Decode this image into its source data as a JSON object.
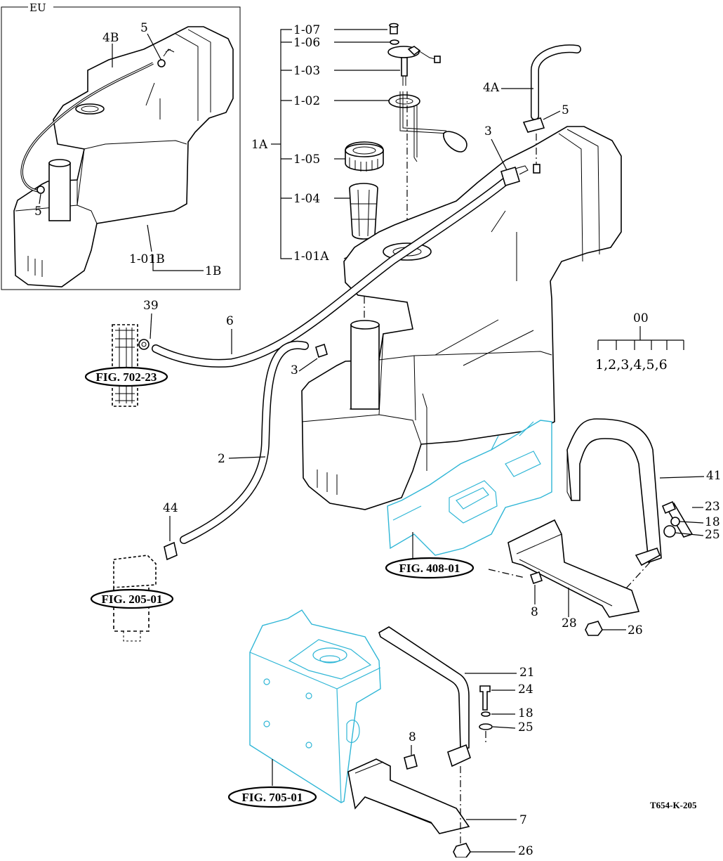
{
  "inset": {
    "region_label": "EU"
  },
  "labels": {
    "l_4B": "4B",
    "l_5a": "5",
    "l_5b": "5",
    "l_1_01B": "1-01B",
    "l_1B": "1B",
    "l_1_07": "1-07",
    "l_1_06": "1-06",
    "l_1_03": "1-03",
    "l_1_02": "1-02",
    "l_1A": "1A",
    "l_1_05": "1-05",
    "l_1_04": "1-04",
    "l_1_01A": "1-01A",
    "l_4A": "4A",
    "l_5c": "5",
    "l_3a": "3",
    "l_39": "39",
    "l_6": "6",
    "l_3b": "3",
    "l_2": "2",
    "l_44": "44",
    "l_41": "41",
    "l_23": "23",
    "l_18a": "18",
    "l_25a": "25",
    "l_8a": "8",
    "l_28": "28",
    "l_26a": "26",
    "l_21": "21",
    "l_24": "24",
    "l_18b": "18",
    "l_25b": "25",
    "l_8b": "8",
    "l_7": "7",
    "l_26b": "26"
  },
  "legend": {
    "code": "00",
    "variants": "1,2,3,4,5,6"
  },
  "references": {
    "fig_702_23": "FIG. 702-23",
    "fig_408_01": "FIG. 408-01",
    "fig_205_01": "FIG. 205-01",
    "fig_705_01": "FIG. 705-01"
  },
  "drawing_code": "T654-K-205",
  "colors": {
    "reference_part": "#2fb6d6",
    "line": "#000000"
  }
}
